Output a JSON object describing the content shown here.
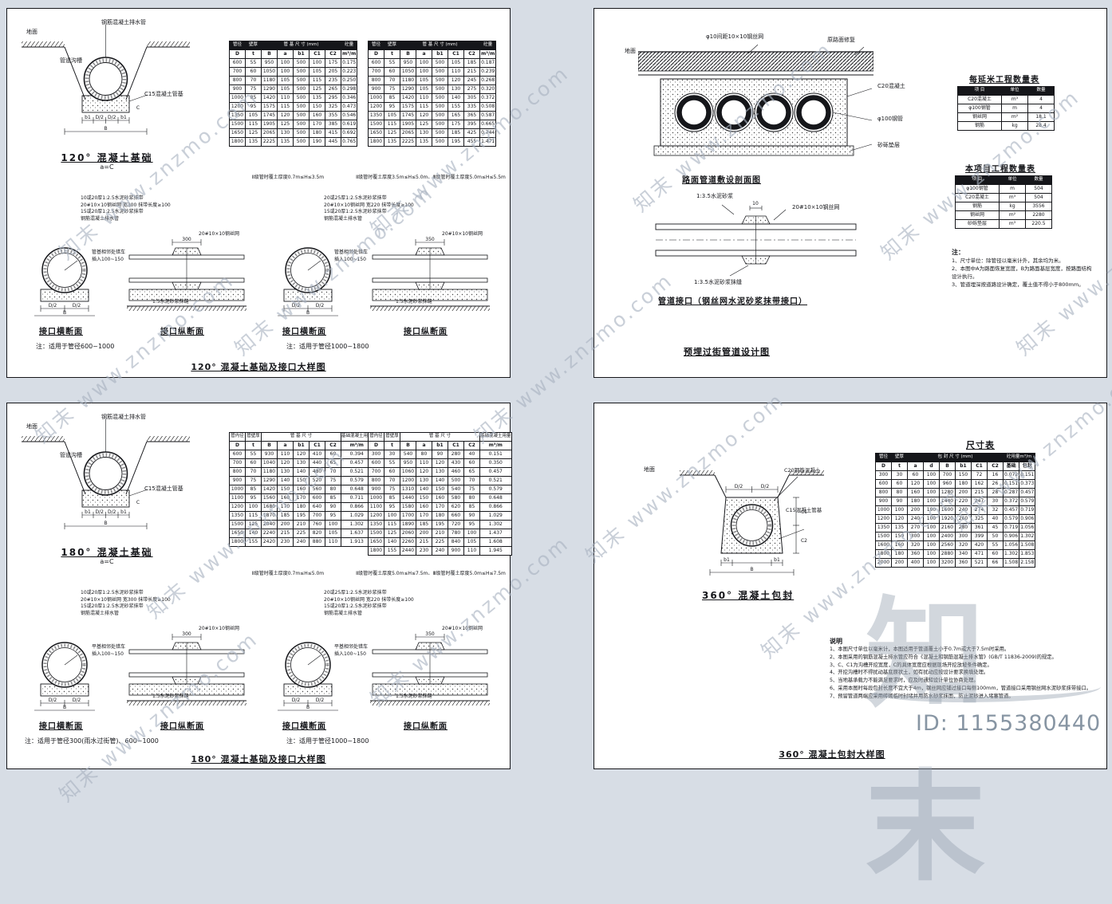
{
  "page": {
    "watermark": "知末 www.znzmo.com",
    "corner_logo": "知末",
    "id_text": "ID: 1155380440"
  },
  "tl": {
    "labels": {
      "pipe": "钢筋混凝土排水管",
      "ground": "地面",
      "trench": "管道沟槽",
      "base": "C15混凝土管基"
    },
    "dims": {
      "b1": "b1",
      "d2": "D/2",
      "B": "B",
      "C": "C",
      "len": "300",
      "len2": "350"
    },
    "title": "120° 混凝土基础",
    "subtitle": "a=C",
    "table1": {
      "dark": true,
      "groups": [
        [
          "管径",
          1
        ],
        [
          "壁厚",
          1
        ],
        [
          "管 基 尺 寸 (mm)",
          5
        ],
        [
          "砼量",
          1
        ]
      ],
      "headers": [
        "D",
        "t",
        "B",
        "a",
        "b1",
        "C1",
        "C2",
        "m³/m"
      ],
      "rows": [
        [
          "600",
          "55",
          "950",
          "100",
          "500",
          "100",
          "175",
          "0.175"
        ],
        [
          "700",
          "60",
          "1050",
          "100",
          "500",
          "105",
          "205",
          "0.223"
        ],
        [
          "800",
          "70",
          "1180",
          "105",
          "500",
          "115",
          "235",
          "0.250"
        ],
        [
          "900",
          "75",
          "1290",
          "105",
          "500",
          "125",
          "265",
          "0.298"
        ],
        [
          "1000",
          "85",
          "1420",
          "110",
          "500",
          "135",
          "295",
          "0.346"
        ],
        [
          "1200",
          "95",
          "1575",
          "115",
          "500",
          "150",
          "325",
          "0.473"
        ],
        [
          "1350",
          "105",
          "1745",
          "120",
          "500",
          "160",
          "355",
          "0.546"
        ],
        [
          "1500",
          "115",
          "1905",
          "125",
          "500",
          "170",
          "385",
          "0.619"
        ],
        [
          "1650",
          "125",
          "2065",
          "130",
          "500",
          "180",
          "415",
          "0.692"
        ],
        [
          "1800",
          "135",
          "2225",
          "135",
          "500",
          "190",
          "445",
          "0.765"
        ]
      ],
      "note": "Ⅱ级管时覆土厚度0.7m≤H≤3.5m"
    },
    "table2": {
      "dark": true,
      "groups": [
        [
          "管径",
          1
        ],
        [
          "壁厚",
          1
        ],
        [
          "管 基 尺 寸 (mm)",
          5
        ],
        [
          "砼量",
          1
        ]
      ],
      "headers": [
        "D",
        "t",
        "B",
        "a",
        "b1",
        "C1",
        "C2",
        "m³/m"
      ],
      "rows": [
        [
          "600",
          "55",
          "950",
          "100",
          "500",
          "105",
          "185",
          "0.187"
        ],
        [
          "700",
          "60",
          "1050",
          "100",
          "500",
          "110",
          "215",
          "0.239"
        ],
        [
          "800",
          "70",
          "1180",
          "105",
          "500",
          "120",
          "245",
          "0.268"
        ],
        [
          "900",
          "75",
          "1290",
          "105",
          "500",
          "130",
          "275",
          "0.320"
        ],
        [
          "1000",
          "85",
          "1420",
          "110",
          "500",
          "140",
          "305",
          "0.372"
        ],
        [
          "1200",
          "95",
          "1575",
          "115",
          "500",
          "155",
          "335",
          "0.508"
        ],
        [
          "1350",
          "105",
          "1745",
          "120",
          "500",
          "165",
          "365",
          "0.587"
        ],
        [
          "1500",
          "115",
          "1905",
          "125",
          "500",
          "175",
          "395",
          "0.665"
        ],
        [
          "1650",
          "125",
          "2065",
          "130",
          "500",
          "185",
          "425",
          "0.744"
        ],
        [
          "1800",
          "135",
          "2225",
          "135",
          "500",
          "195",
          "455",
          "1.471"
        ]
      ],
      "note": "Ⅱ级管时覆土厚度3.5m≤H≤5.0m、Ⅲ级管时覆土厚度5.0m≤H≤5.5m"
    },
    "jointA": {
      "callouts": [
        "10或20厚1:2.5水泥砂浆抹带",
        "20#10×10钢丝网 宽300 抹带长度≥100",
        "15或20厚1:2.5水泥砂浆抹带",
        "钢筋混凝土排水管"
      ],
      "side_note1": "管基相邻处错车",
      "side_note2": "插入100~150",
      "mesh": "20#10×10钢丝网",
      "seam": "1:5水泥砂浆抹缝",
      "cross_title": "接口横断面",
      "long_title": "接口纵断面",
      "note": "注：适用于管径600~1000"
    },
    "jointB": {
      "callouts": [
        "20或25厚1:2.5水泥砂浆抹带",
        "20#10×10钢丝网 宽220 抹带长度≥100",
        "15或20厚1:2.5水泥砂浆抹带",
        "钢筋混凝土排水管"
      ],
      "side_note1": "管基相邻处错车",
      "side_note2": "插入100~150",
      "mesh": "20#10×10钢丝网",
      "seam": "1:5水泥砂浆抹缝",
      "cross_title": "接口横断面",
      "long_title": "接口纵断面",
      "note": "注：适用于管径1000~1800"
    },
    "bottom_title": "120° 混凝土基础及接口大样图"
  },
  "tr": {
    "road": {
      "mesh": "φ10间距10×10钢丝网",
      "repair": "原路面修复",
      "ground": "地面",
      "concrete": "C20混凝土",
      "pipes": "φ100钢管",
      "gravel": "砂砾垫层",
      "caption": "路面管道敷设剖面图"
    },
    "table_per_m": {
      "title": "每延米工程数量表",
      "dark": true,
      "groups": [
        [
          "项  目",
          1
        ],
        [
          "单位",
          1
        ],
        [
          "数量",
          1
        ]
      ],
      "rows": [
        [
          "C20混凝土",
          "m³",
          "4"
        ],
        [
          "φ100钢管",
          "m",
          "4"
        ],
        [
          "钢丝网",
          "m²",
          "18.1"
        ],
        [
          "钢筋",
          "kg",
          "28.4"
        ]
      ]
    },
    "table_proj": {
      "title": "本项目工程数量表",
      "dark": true,
      "groups": [
        [
          "项  目",
          1
        ],
        [
          "单位",
          1
        ],
        [
          "数量",
          1
        ]
      ],
      "rows": [
        [
          "φ100钢管",
          "m",
          "504"
        ],
        [
          "C20混凝土",
          "m³",
          "504"
        ],
        [
          "钢筋",
          "kg",
          "3556"
        ],
        [
          "钢丝网",
          "m²",
          "2280"
        ],
        [
          "砂砾垫层",
          "m³",
          "220.5"
        ]
      ]
    },
    "joint": {
      "mortar_top": "1:3.5水泥砂浆",
      "mesh": "20#10×10钢丝网",
      "seam": "1:3.5水泥砂浆抹缝",
      "dim10": "10",
      "caption": "管道接口（钢丝网水泥砂浆抹带接口）"
    },
    "notes": {
      "title": "注：",
      "items": [
        "1、尺寸单位：除管径以毫米计外，其余均为米。",
        "2、本图中A为路面恢复宽度，B为路面基层宽度，按路面结构设计执行。",
        "3、管道埋深按道路设计确定，覆土值不得小于800mm。"
      ]
    },
    "bottom_title": "预埋过街管道设计图"
  },
  "bl": {
    "labels": {
      "pipe": "钢筋混凝土排水管",
      "ground": "地面",
      "trench": "管道沟槽",
      "base": "C15混凝土管基"
    },
    "dims": {
      "b1": "b1",
      "d2": "D/2",
      "B": "B",
      "C": "C",
      "len": "300",
      "len2": "350"
    },
    "title": "180° 混凝土基础",
    "subtitle": "a=C",
    "table1": {
      "dark": false,
      "groups": [
        [
          "管内径",
          1
        ],
        [
          "管壁厚",
          1
        ],
        [
          "管  基  尺  寸",
          5
        ],
        [
          "基础混凝土用量",
          1
        ]
      ],
      "headers": [
        "D",
        "t",
        "B",
        "a",
        "b1",
        "C1",
        "C2",
        "m³/m"
      ],
      "rows": [
        [
          "600",
          "55",
          "930",
          "110",
          "120",
          "410",
          "60",
          "0.394"
        ],
        [
          "700",
          "60",
          "1040",
          "120",
          "130",
          "440",
          "65",
          "0.457"
        ],
        [
          "800",
          "70",
          "1180",
          "130",
          "140",
          "480",
          "70",
          "0.521"
        ],
        [
          "900",
          "75",
          "1290",
          "140",
          "150",
          "520",
          "75",
          "0.579"
        ],
        [
          "1000",
          "85",
          "1420",
          "150",
          "160",
          "560",
          "80",
          "0.648"
        ],
        [
          "1100",
          "95",
          "1560",
          "160",
          "170",
          "600",
          "85",
          "0.711"
        ],
        [
          "1200",
          "100",
          "1680",
          "170",
          "180",
          "640",
          "90",
          "0.866"
        ],
        [
          "1350",
          "115",
          "1870",
          "185",
          "195",
          "700",
          "95",
          "1.029"
        ],
        [
          "1500",
          "125",
          "2040",
          "200",
          "210",
          "760",
          "100",
          "1.302"
        ],
        [
          "1650",
          "140",
          "2240",
          "215",
          "225",
          "820",
          "105",
          "1.637"
        ],
        [
          "1800",
          "155",
          "2420",
          "230",
          "240",
          "880",
          "110",
          "1.913"
        ]
      ],
      "note": "Ⅱ级管时覆土厚度0.7m≤H≤5.0m"
    },
    "table2": {
      "dark": false,
      "groups": [
        [
          "管内径",
          1
        ],
        [
          "管壁厚",
          1
        ],
        [
          "管  基  尺  寸",
          5
        ],
        [
          "基础混凝土用量",
          1
        ]
      ],
      "headers": [
        "D",
        "t",
        "B",
        "a",
        "b1",
        "C1",
        "C2",
        "m³/m"
      ],
      "rows": [
        [
          "300",
          "30",
          "540",
          "80",
          "90",
          "280",
          "40",
          "0.151"
        ],
        [
          "600",
          "55",
          "950",
          "110",
          "120",
          "430",
          "60",
          "0.350"
        ],
        [
          "700",
          "60",
          "1060",
          "120",
          "130",
          "460",
          "65",
          "0.457"
        ],
        [
          "800",
          "70",
          "1200",
          "130",
          "140",
          "500",
          "70",
          "0.521"
        ],
        [
          "900",
          "75",
          "1310",
          "140",
          "150",
          "540",
          "75",
          "0.579"
        ],
        [
          "1000",
          "85",
          "1440",
          "150",
          "160",
          "580",
          "80",
          "0.648"
        ],
        [
          "1100",
          "95",
          "1580",
          "160",
          "170",
          "620",
          "85",
          "0.866"
        ],
        [
          "1200",
          "100",
          "1700",
          "170",
          "180",
          "660",
          "90",
          "1.029"
        ],
        [
          "1350",
          "115",
          "1890",
          "185",
          "195",
          "720",
          "95",
          "1.302"
        ],
        [
          "1500",
          "125",
          "2060",
          "200",
          "210",
          "780",
          "100",
          "1.437"
        ],
        [
          "1650",
          "140",
          "2260",
          "215",
          "225",
          "840",
          "105",
          "1.608"
        ],
        [
          "1800",
          "155",
          "2440",
          "230",
          "240",
          "900",
          "110",
          "1.945"
        ]
      ],
      "note": "Ⅱ级管时覆土厚度5.0m≤H≤7.5m、Ⅲ级管时覆土厚度5.0m≤H≤7.5m"
    },
    "jointA": {
      "callouts": [
        "10或20厚1:2.5水泥砂浆抹带",
        "20#10×10钢丝网 宽300 抹带长度≥100",
        "15或20厚1:2.5水泥砂浆抹带",
        "钢筋混凝土排水管"
      ],
      "side_note1": "平基相邻处错车",
      "side_note2": "插入100~150",
      "mesh": "20#10×10钢丝网",
      "seam": "1:5水泥砂浆抹缝",
      "cross_title": "接口横断面",
      "long_title": "接口纵断面",
      "note": "注：适用于管径300(雨水过街管)、600~1000"
    },
    "jointB": {
      "callouts": [
        "20或25厚1:2.5水泥砂浆抹带",
        "20#10×10钢丝网 宽220 抹带长度≥100",
        "15或20厚1:2.5水泥砂浆抹带",
        "钢筋混凝土排水管"
      ],
      "side_note1": "平基相邻处错车",
      "side_note2": "插入100~150",
      "mesh": "20#10×10钢丝网",
      "seam": "1:5水泥砂浆抹缝",
      "cross_title": "接口横断面",
      "long_title": "接口纵断面",
      "note": "注：适用于管径1000~1800"
    },
    "bottom_title": "180° 混凝土基础及接口大样图"
  },
  "br": {
    "size_table": {
      "title": "尺寸表",
      "dark": true,
      "groups": [
        [
          "管径",
          1
        ],
        [
          "壁厚",
          1
        ],
        [
          "包 封 尺 寸 (mm)",
          6
        ],
        [
          "砼用量m³/m",
          2
        ]
      ],
      "headers": [
        "D",
        "t",
        "a",
        "d",
        "B",
        "b1",
        "C1",
        "C2",
        "基础",
        "包封"
      ],
      "rows": [
        [
          "300",
          "30",
          "60",
          "100",
          "700",
          "150",
          "72",
          "16",
          "0.072",
          "0.151"
        ],
        [
          "600",
          "60",
          "120",
          "100",
          "960",
          "180",
          "162",
          "26",
          "0.151",
          "0.373"
        ],
        [
          "800",
          "80",
          "160",
          "100",
          "1280",
          "200",
          "215",
          "28",
          "0.287",
          "0.457"
        ],
        [
          "900",
          "90",
          "180",
          "100",
          "1440",
          "220",
          "247",
          "30",
          "0.372",
          "0.579"
        ],
        [
          "1000",
          "100",
          "200",
          "100",
          "1600",
          "240",
          "274",
          "32",
          "0.457",
          "0.719"
        ],
        [
          "1200",
          "120",
          "240",
          "100",
          "1920",
          "260",
          "325",
          "40",
          "0.579",
          "0.906"
        ],
        [
          "1350",
          "135",
          "270",
          "100",
          "2160",
          "280",
          "361",
          "45",
          "0.719",
          "1.056"
        ],
        [
          "1500",
          "150",
          "300",
          "100",
          "2400",
          "300",
          "399",
          "50",
          "0.906",
          "1.302"
        ],
        [
          "1600",
          "160",
          "320",
          "100",
          "2560",
          "320",
          "420",
          "55",
          "1.056",
          "1.508"
        ],
        [
          "1800",
          "180",
          "360",
          "100",
          "2880",
          "340",
          "471",
          "60",
          "1.302",
          "1.853"
        ],
        [
          "2000",
          "200",
          "400",
          "100",
          "3200",
          "360",
          "521",
          "66",
          "1.508",
          "2.158"
        ]
      ]
    },
    "labels": {
      "encase": "C20钢筋混凝土",
      "base": "C15混凝土管基",
      "ground": "地面"
    },
    "dims": {
      "d2": "D/2",
      "b1": "b1",
      "B": "B",
      "C1": "C1",
      "C2": "C2"
    },
    "title": "360° 混凝土包封",
    "notes": {
      "title": "说明",
      "items": [
        "1、本图尺寸单位以毫米计，本图适用于管道覆土小于0.7m或大于7.5m时采用。",
        "2、本图采用的钢筋混凝土排水管应符合《混凝土和钢筋混凝土排水管》(GB/T 11836-2009)的规定。",
        "3、C、C1为沟槽开挖宽度，C的具体宽度应根据现场开挖放坡条件确定。",
        "4、开挖沟槽时不得扰动基底原状土，如有扰动应按设计要求换填处理。",
        "5、当地基承载力不能满足要求时，应及时通知设计单位协商处理。",
        "6、采用本图时每段包封长度不宜大于4m，钢丝网应铺过接口每侧100mm，管道接口采用钢丝网水泥砂浆抹带接口。",
        "7、预留管道两端应采用砖砌临时封堵并用防水砂浆抹面，防止泥砂进入堵塞管道。"
      ]
    },
    "bottom_title": "360° 混凝土包封大样图"
  }
}
